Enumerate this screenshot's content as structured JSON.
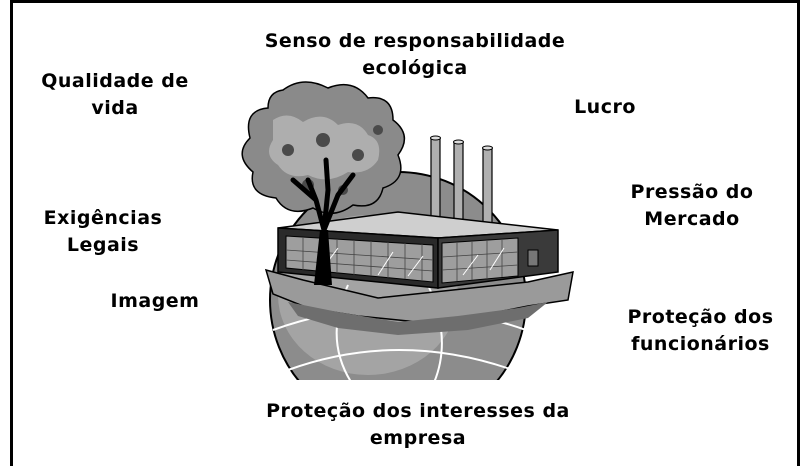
{
  "labels": {
    "top": {
      "line1": "Senso de responsabilidade",
      "line2": "ecológica"
    },
    "quality": {
      "line1": "Qualidade de",
      "line2": "vida"
    },
    "profit": {
      "line1": "Lucro"
    },
    "market": {
      "line1": "Pressão do",
      "line2": "Mercado"
    },
    "legal": {
      "line1": "Exigências",
      "line2": "Legais"
    },
    "image": {
      "line1": "Imagem"
    },
    "employees": {
      "line1": "Proteção dos",
      "line2": "funcionários"
    },
    "company": {
      "line1": "Proteção dos interesses da",
      "line2": "empresa"
    }
  },
  "illustration": {
    "icons": [
      "tree-icon",
      "factory-icon",
      "smokestack-icon",
      "globe-icon"
    ],
    "colors": {
      "ink": "#000000",
      "mid_gray": "#7a7a7a",
      "light_gray": "#c8c8c8",
      "dark_gray": "#2a2a2a"
    }
  }
}
